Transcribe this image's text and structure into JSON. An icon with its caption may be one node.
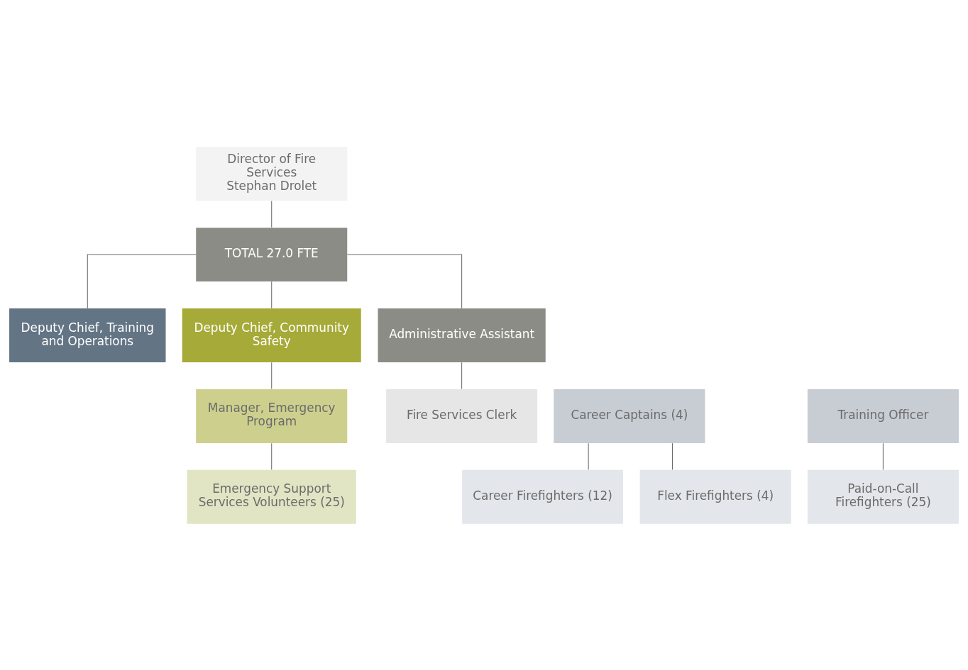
{
  "diagram": {
    "nodes": [
      {
        "text": [
          "Director of Fire Services",
          "Stephan Drolet"
        ]
      },
      {
        "text": [
          "TOTAL 27.0 FTE"
        ]
      },
      {
        "text": [
          "Deputy Chief, Training and Operations"
        ]
      },
      {
        "text": [
          "Deputy Chief, Community Safety"
        ]
      },
      {
        "text": [
          "Administrative Assistant"
        ]
      },
      {
        "text": [
          "Career Captains (4)"
        ]
      },
      {
        "text": [
          "Training Officer"
        ]
      },
      {
        "text": [
          "Career Firefighters (12)"
        ]
      },
      {
        "text": [
          "Flex Firefighters (4)"
        ]
      },
      {
        "text": [
          "Paid-on-Call Firefighters (25)"
        ]
      },
      {
        "text": [
          "Manager, Emergency Program"
        ]
      },
      {
        "text": [
          "Emergency Support Services Volunteers (25)"
        ]
      },
      {
        "text": [
          "Fire Services Clerk"
        ]
      }
    ],
    "edges": [
      {
        "from": 0,
        "to": 1,
        "arrow": "none"
      },
      {
        "from": 1,
        "to": 2,
        "arrow": "none"
      },
      {
        "from": 1,
        "to": 3,
        "arrow": "none"
      },
      {
        "from": 1,
        "to": 4,
        "arrow": "none"
      },
      {
        "from": 5,
        "to": 7,
        "arrow": "none"
      },
      {
        "from": 5,
        "to": 8,
        "arrow": "none"
      },
      {
        "from": 6,
        "to": 9,
        "arrow": "none"
      },
      {
        "from": 3,
        "to": 10,
        "arrow": "none"
      },
      {
        "from": 10,
        "to": 11,
        "arrow": "none"
      },
      {
        "from": 4,
        "to": 12,
        "arrow": "none"
      }
    ]
  }
}
